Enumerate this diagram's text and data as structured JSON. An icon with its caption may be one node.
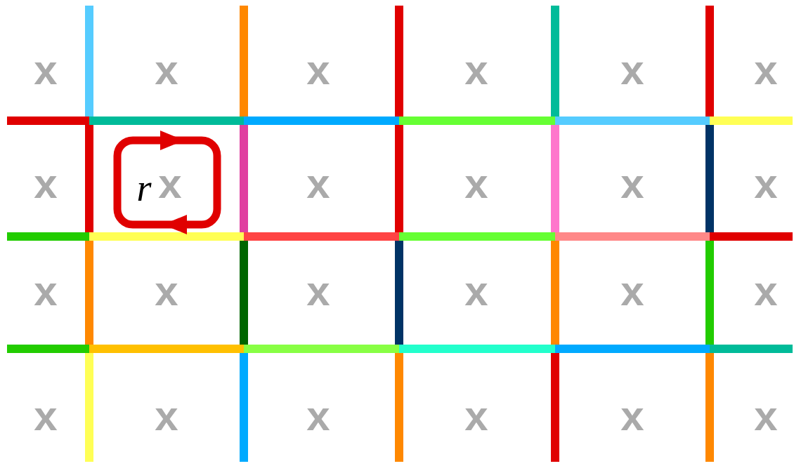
{
  "diagram": {
    "labels": [
      "x",
      "x",
      "x",
      "x",
      "x",
      "x",
      "x",
      "r",
      "x",
      "x",
      "x",
      "x",
      "x",
      "x",
      "x",
      "x",
      "x",
      "x",
      "x",
      "x",
      "x",
      "x",
      "x",
      "x",
      "x"
    ]
  }
}
